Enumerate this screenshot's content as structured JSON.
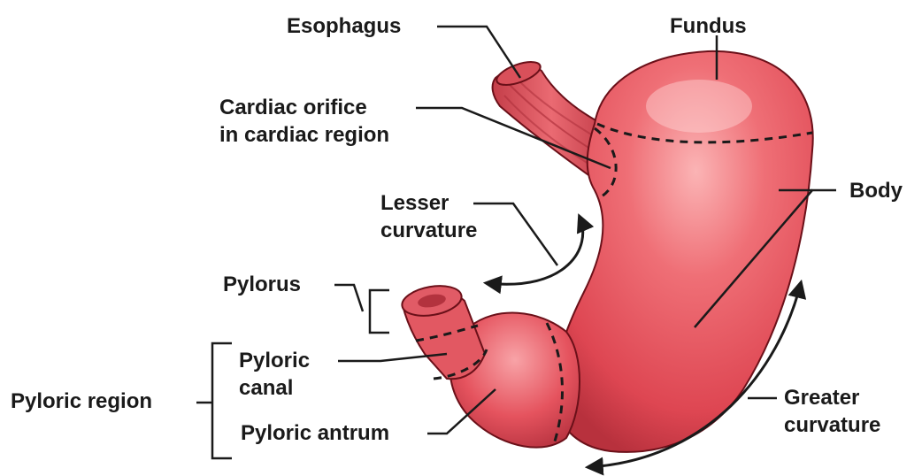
{
  "labels": {
    "esophagus": "Esophagus",
    "fundus": "Fundus",
    "cardiac_line1": "Cardiac orifice",
    "cardiac_line2": "in cardiac region",
    "body": "Body",
    "lesser_line1": "Lesser",
    "lesser_line2": "curvature",
    "pylorus": "Pylorus",
    "pyloric_canal_line1": "Pyloric",
    "pyloric_canal_line2": "canal",
    "pyloric_region": "Pyloric region",
    "pyloric_antrum": "Pyloric antrum",
    "greater_line1": "Greater",
    "greater_line2": "curvature"
  },
  "colors": {
    "stomach_fill": "#e8545f",
    "stomach_light": "#f7a3a6",
    "stomach_dark": "#b52e3a",
    "outline": "#6b1019",
    "leader_line": "#1a1a1a"
  }
}
